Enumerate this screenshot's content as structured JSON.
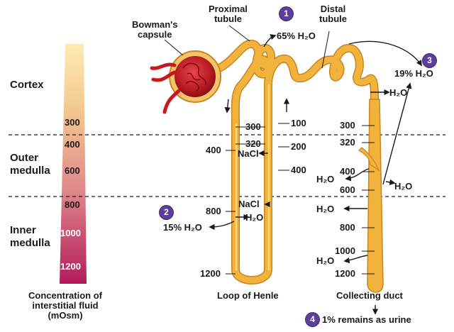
{
  "zones": {
    "cortex": "Cortex",
    "outer_medulla": "Outer\nmedulla",
    "inner_medulla": "Inner\nmedulla"
  },
  "gradient_scale": [
    "300",
    "400",
    "600",
    "800",
    "1000",
    "1200"
  ],
  "structures": {
    "bowmans_capsule": "Bowman's\ncapsule",
    "proximal_tubule": "Proximal\ntubule",
    "distal_tubule": "Distal\ntubule"
  },
  "steps": [
    {
      "number": "1",
      "text": "65% H₂O"
    },
    {
      "number": "2",
      "text": "15% H₂O"
    },
    {
      "number": "3",
      "text": "19% H₂O"
    },
    {
      "number": "4",
      "text": "1% remains as urine"
    }
  ],
  "loop_values": {
    "descending": [
      "300",
      "400",
      "800",
      "1200"
    ],
    "inner_descending": [
      "300",
      "320",
      "NaCl"
    ],
    "ascending": [
      "100",
      "200",
      "400"
    ],
    "lower_nacl": "NaCl",
    "lower_h2o": "H₂O"
  },
  "duct_values": [
    "300",
    "320",
    "400",
    "600",
    "800",
    "1000",
    "1200"
  ],
  "duct_h2o": [
    "H₂O",
    "H₂O",
    "H₂O",
    "H₂O",
    "H₂O"
  ],
  "footer": {
    "interstitial": "Concentration of\ninterstitial fluid\n(mOsm)",
    "loop": "Loop of Henle",
    "duct": "Collecting duct"
  },
  "colors": {
    "tubule": "#f2b33d",
    "tubule_light": "#ffd77a",
    "glomerulus": "#c4191f",
    "badge": "#5b3f99",
    "gradient_top": "#fbe6a2",
    "gradient_bottom": "#b8185a"
  }
}
